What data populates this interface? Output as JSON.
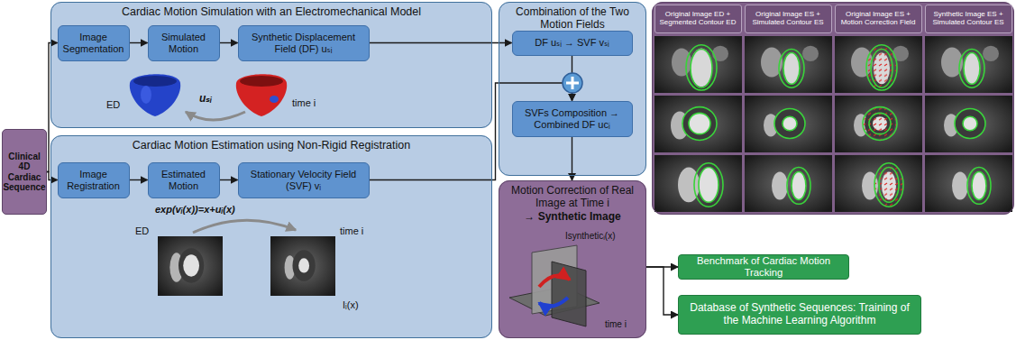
{
  "diagram": {
    "nodes": [
      {
        "text": [
          "Clinical 4D Cardiac Sequence"
        ]
      },
      {
        "text": [
          "Cardiac Motion Simulation with an Electromechanical Model"
        ]
      },
      {
        "text": [
          "Image Segmentation"
        ],
        "in": 1
      },
      {
        "text": [
          "Simulated Motion"
        ],
        "in": 1
      },
      {
        "text": [
          "Synthetic Displacement Field (DF) uₛᵢ"
        ],
        "in": 1
      },
      {
        "text": [
          "Cardiac Motion Estimation using Non-Rigid Registration"
        ]
      },
      {
        "text": [
          "Image Registration"
        ],
        "in": 5
      },
      {
        "text": [
          "Estimated Motion"
        ],
        "in": 5
      },
      {
        "text": [
          "Stationary Velocity Field (SVF) vᵢ"
        ],
        "in": 5
      },
      {
        "text": [
          "Combination of the Two Motion Fields"
        ]
      },
      {
        "text": [
          "DF uₛᵢ → SVF vₛᵢ"
        ],
        "in": 9
      },
      {
        "text": [
          "SVFs Composition → Combined DF uᴄᵢ"
        ],
        "in": 9
      },
      {
        "text": [
          "Motion Correction of Real Image at Time i",
          "→ Synthetic Image"
        ]
      },
      {
        "text": [
          "Original Image ED + Segmented Contour ED",
          "Original Image ES + Simulated Contour ES",
          "Original Image ES + Motion Correction Field",
          "Synthetic Image ES + Simulated Contour ES"
        ]
      },
      {
        "text": [
          "Benchmark of Cardiac Motion Tracking"
        ]
      },
      {
        "text": [
          "Database of Synthetic Sequences: Training of the Machine Learning Algorithm"
        ]
      }
    ],
    "edges": [
      {
        "from": 0,
        "to": 2,
        "arrow": "to"
      },
      {
        "from": 0,
        "to": 6,
        "arrow": "to"
      },
      {
        "from": 2,
        "to": 3,
        "arrow": "to"
      },
      {
        "from": 3,
        "to": 4,
        "arrow": "to"
      },
      {
        "from": 4,
        "to": 10,
        "arrow": "to"
      },
      {
        "from": 6,
        "to": 7,
        "arrow": "to"
      },
      {
        "from": 7,
        "to": 8,
        "arrow": "to"
      },
      {
        "from": 8,
        "to": 11,
        "arrow": "to"
      },
      {
        "from": 10,
        "to": 11,
        "arrow": "to"
      },
      {
        "from": 11,
        "to": 12,
        "arrow": "to"
      },
      {
        "from": 12,
        "to": 14,
        "arrow": "to"
      },
      {
        "from": 12,
        "to": 15,
        "arrow": "to"
      }
    ],
    "labels": [
      "ED",
      "time i",
      "uₛᵢ",
      "exp(vᵢ(x))=x+uᵢ(x)",
      "ED",
      "time i",
      "Iᵢ(x)",
      "Isyntheticᵢ(x)",
      "time i"
    ]
  }
}
